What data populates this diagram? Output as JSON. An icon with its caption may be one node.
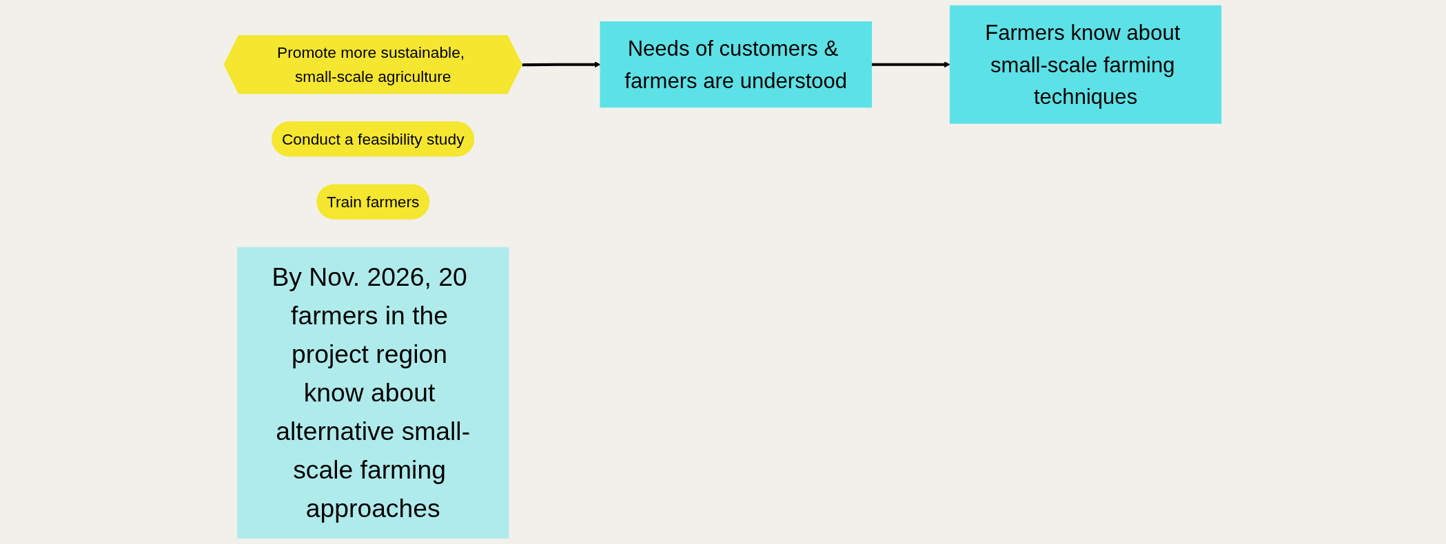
{
  "diagram": {
    "nodes": [
      {
        "text": [
          "Promote more sustainable, small-scale agriculture"
        ]
      },
      {
        "text": [
          "Conduct a feasibility study"
        ]
      },
      {
        "text": [
          "Needs of customers & farmers are understood"
        ]
      },
      {
        "text": [
          "Train farmers"
        ]
      },
      {
        "text": [
          "Farmers know about small-scale farming techniques"
        ]
      },
      {
        "text": [
          "By Nov. 2026, 20 farmers in the project region know about alternative small-scale farming approaches"
        ]
      }
    ],
    "edges": [
      {
        "from": 0,
        "to": 2,
        "arrow": "to"
      },
      {
        "from": 2,
        "to": 4,
        "arrow": "to"
      }
    ]
  }
}
